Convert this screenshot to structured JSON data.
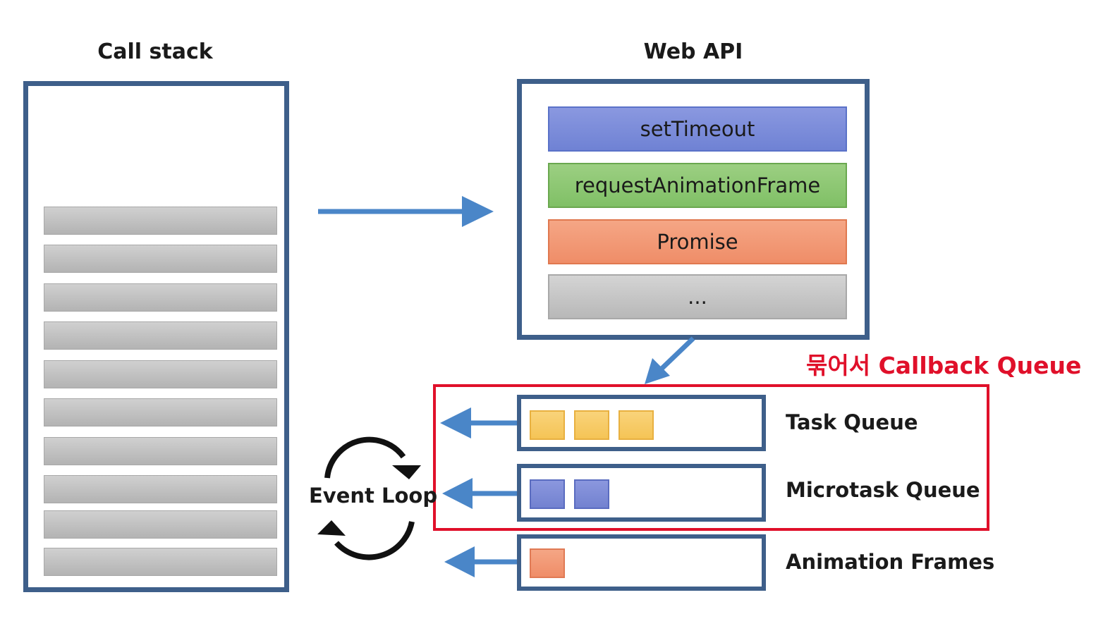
{
  "call_stack": {
    "title": "Call stack",
    "frame_count": 10
  },
  "web_api": {
    "title": "Web API",
    "items": [
      {
        "label": "setTimeout",
        "color": "#7b8bd9"
      },
      {
        "label": "requestAnimationFrame",
        "color": "#8cc674"
      },
      {
        "label": "Promise",
        "color": "#f29a77"
      },
      {
        "label": "...",
        "color": "#c4c4c4"
      }
    ]
  },
  "callback_queue": {
    "label": "묶어서 Callback Queue",
    "color": "#e0102a"
  },
  "event_loop": {
    "label": "Event Loop"
  },
  "queues": [
    {
      "label": "Task Queue",
      "item_count": 3,
      "item_color": "#f7c866"
    },
    {
      "label": "Microtask Queue",
      "item_count": 2,
      "item_color": "#7b8bd9"
    },
    {
      "label": "Animation Frames",
      "item_count": 1,
      "item_color": "#f29a77"
    }
  ],
  "colors": {
    "frame_border": "#3e5f8a",
    "arrow": "#4a86c8"
  }
}
